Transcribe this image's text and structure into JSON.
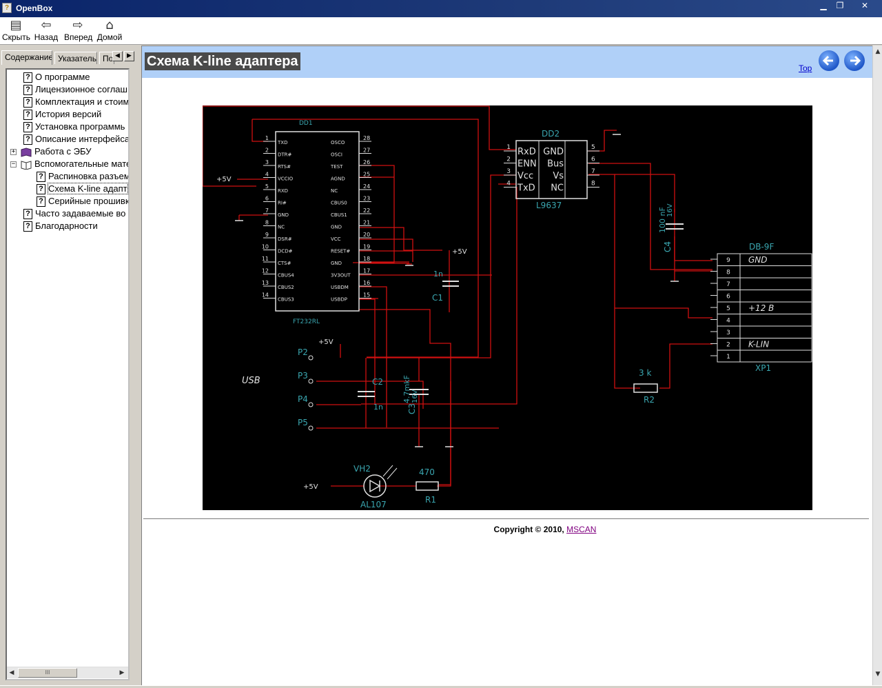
{
  "window": {
    "title": "OpenBox",
    "min": "▁",
    "max": "❐",
    "close": "✕"
  },
  "toolbar": {
    "hide": "Скрыть",
    "back": "Назад",
    "forward": "Вперед",
    "home": "Домой"
  },
  "tabs": [
    "Содержание",
    "Указатель",
    "По"
  ],
  "tree": {
    "items": [
      {
        "label": "О программе"
      },
      {
        "label": "Лицензионное соглаш"
      },
      {
        "label": "Комплектация и стоим"
      },
      {
        "label": "История версий"
      },
      {
        "label": "Установка  программь"
      },
      {
        "label": "Описание интерфейса"
      },
      {
        "label": "Работа с ЭБУ"
      },
      {
        "label": "Вспомогательные мате"
      },
      {
        "label": "Распиновка разъем"
      },
      {
        "label": "Схема K-line адапт"
      },
      {
        "label": "Серийные прошивк"
      },
      {
        "label": "Часто задаваемые во"
      },
      {
        "label": "Благодарности"
      }
    ],
    "plus": "+",
    "minus": "−",
    "hscroll_thumb": "III"
  },
  "content": {
    "title": "Схема K-line адаптера",
    "top_link": "Top",
    "copyright_text": "Copyright © 2010,",
    "copyright_link": "MSCAN"
  },
  "schematic": {
    "dd1": "DD1",
    "ft232": "FT232RL",
    "dd2": "DD2",
    "l9637": "L9637",
    "dd1_left_pins": [
      "1",
      "2",
      "3",
      "4",
      "5",
      "6",
      "7",
      "8",
      "9",
      "10",
      "11",
      "12",
      "13",
      "14"
    ],
    "dd1_left_names": [
      "TXD",
      "DTR#",
      "RTS#",
      "VCCIO",
      "RXD",
      "RI#",
      "GND",
      "NC",
      "DSR#",
      "DCD#",
      "CTS#",
      "CBUS4",
      "CBUS2",
      "CBUS3"
    ],
    "dd1_right_pins": [
      "28",
      "27",
      "26",
      "25",
      "24",
      "23",
      "22",
      "21",
      "20",
      "19",
      "18",
      "17",
      "16",
      "15"
    ],
    "dd1_right_names": [
      "OSCO",
      "OSCI",
      "TEST",
      "AGND",
      "NC",
      "CBUS0",
      "CBUS1",
      "GND",
      "VCC",
      "RESET#",
      "GND",
      "3V3OUT",
      "USBDM",
      "USBDP"
    ],
    "dd2_left_pins": [
      "1",
      "2",
      "3",
      "4"
    ],
    "dd2_left_names": [
      "RxD",
      "ENN",
      "Vcc",
      "TxD"
    ],
    "dd2_right_pins": [
      "5",
      "6",
      "7",
      "8"
    ],
    "dd2_right_names": [
      "GND",
      "Bus",
      "Vs",
      "NC"
    ],
    "v5": "+5V",
    "c1_val": "1n",
    "c1": "C1",
    "c2": "C2",
    "c2_val": "1n",
    "c3": "C3",
    "c3_val": "4.7mkF",
    "c3_v": "16V",
    "c4": "C4",
    "c4_val": "100 nF",
    "c4_v": "16V",
    "usb": "USB",
    "p_labels": [
      "P2",
      "P3",
      "P4",
      "P5"
    ],
    "vh2": "VH2",
    "al107": "AL107",
    "r1_val": "470",
    "r1": "R1",
    "r2_val": "3 k",
    "r2": "R2",
    "db9": "DB-9F",
    "xp1": "XP1",
    "db9_pins": [
      "9",
      "8",
      "7",
      "6",
      "5",
      "4",
      "3",
      "2",
      "1"
    ],
    "db9_labels": [
      "GND",
      "",
      "",
      "",
      "+12 B",
      "",
      "",
      "K-LIN",
      ""
    ]
  }
}
